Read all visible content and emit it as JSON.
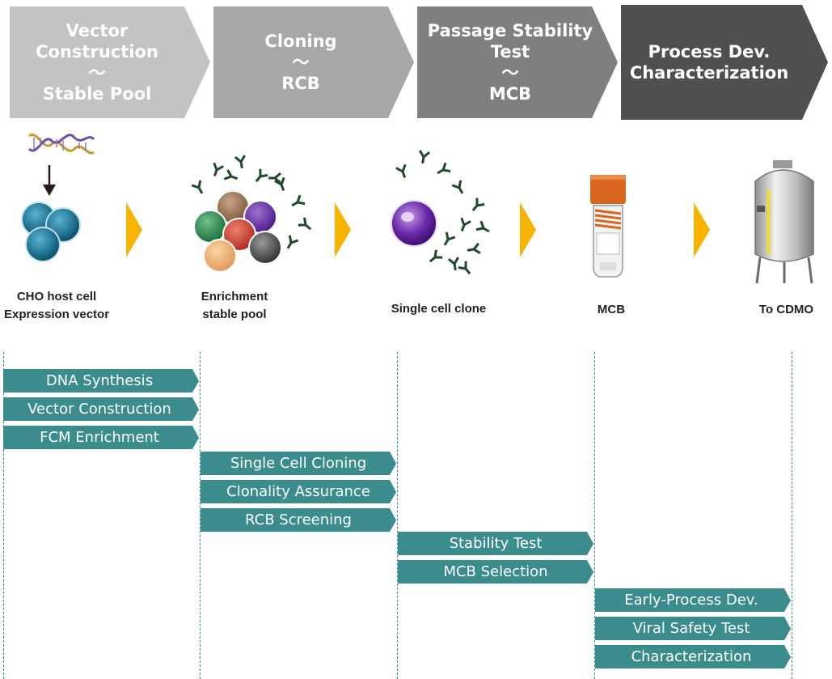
{
  "phases": [
    {
      "label": "Vector\nConstruction\n～\nStable Pool",
      "color": "#c3c3c3"
    },
    {
      "label": "Cloning\n～\nRCB",
      "color": "#a8a8a8"
    },
    {
      "label": "Passage Stability\nTest\n～\nMCB",
      "color": "#7f7f7f"
    },
    {
      "label": "Process Dev.\nCharacterization",
      "color": "#4f4f4f"
    }
  ],
  "stages": [
    {
      "label": "CHO host cell\nExpression  vector"
    },
    {
      "label": "Enrichment\nstable pool"
    },
    {
      "label": "Single cell clone"
    },
    {
      "label": "MCB"
    },
    {
      "label": "To CDMO"
    }
  ],
  "tasks": [
    {
      "label": "DNA Synthesis"
    },
    {
      "label": "Vector Construction"
    },
    {
      "label": "FCM Enrichment"
    },
    {
      "label": "Single Cell Cloning"
    },
    {
      "label": "Clonality Assurance"
    },
    {
      "label": "RCB Screening"
    },
    {
      "label": "Stability Test"
    },
    {
      "label": "MCB Selection"
    },
    {
      "label": "Early-Process Dev."
    },
    {
      "label": "Viral Safety Test"
    },
    {
      "label": "Characterization"
    }
  ],
  "colors": {
    "task": "#3a8d8c",
    "arrow": "#f6b400",
    "dashed_line": "#2f8f8f",
    "antibody": "#1f4a2a"
  },
  "icons": [
    "dna-icon",
    "cho-cells-icon",
    "cell-pool-icon",
    "single-cell-icon",
    "mcb-vial-icon",
    "bioreactor-tank-icon",
    "antibody-icon"
  ]
}
